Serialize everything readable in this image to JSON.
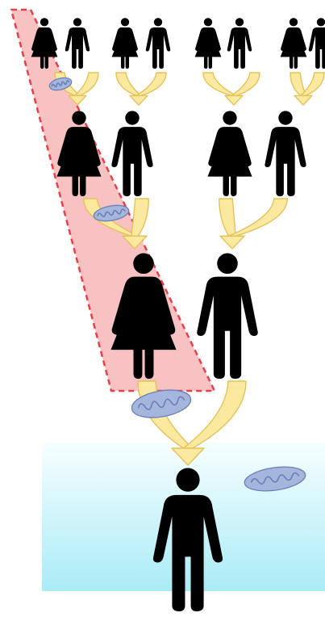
{
  "diagram": {
    "colors": {
      "background": "#ffffff",
      "figure_fill": "#000000",
      "arrow_fill": "#fbe9a0",
      "arrow_stroke": "#e3c25a",
      "highlight_fill": "#f9c2c2",
      "highlight_border": "#e8404a",
      "descendant_bg_top": "#f7feff",
      "descendant_bg_bottom": "#a9ecf6",
      "mitochondrion_fill": "#a5b6dd",
      "mitochondrion_crista": "#6a7fb8"
    },
    "generations": [
      {
        "level": "great-grandparents",
        "people": [
          "female",
          "male",
          "female",
          "male",
          "female",
          "male",
          "female",
          "male"
        ]
      },
      {
        "level": "grandparents",
        "people": [
          "female",
          "male",
          "female",
          "male"
        ]
      },
      {
        "level": "parents",
        "people": [
          "female",
          "male"
        ]
      },
      {
        "level": "child",
        "people": [
          "male"
        ]
      }
    ],
    "highlight": {
      "meaning": "maternal line"
    },
    "mitochondria": {
      "icon": "mitochondrion-icon",
      "count": 4
    },
    "arrows": {
      "icon": "inheritance-arrow",
      "count": 7
    }
  }
}
